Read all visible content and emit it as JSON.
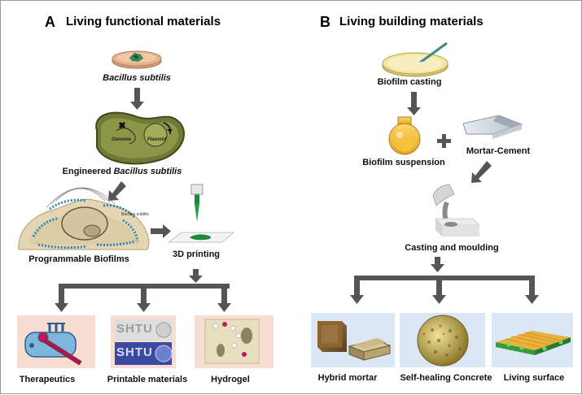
{
  "panel_a": {
    "letter": "A",
    "title": "Living functional materials",
    "organism": "Bacillus subtilis",
    "genome_label": "Genome",
    "plasmid_label": "Plasmid",
    "engineered_prefix": "Engineered",
    "engineered_species": "Bacillus subtilis",
    "biofilm_small_text": "Bacillus subtilis",
    "programmable": "Programmable Biofilms",
    "printing": "3D printing",
    "outputs": [
      "Therapeutics",
      "Printable materials",
      "Hydrogel"
    ],
    "logo_text": "SHTU"
  },
  "panel_b": {
    "letter": "B",
    "title": "Living building materials",
    "casting": "Biofilm casting",
    "suspension": "Biofilm suspension",
    "mortar": "Mortar-Cement",
    "moulding": "Casting and moulding",
    "outputs": [
      "Hybrid mortar",
      "Self-healing Concrete",
      "Living surface"
    ]
  },
  "colors": {
    "arrow": "#555555",
    "panel_a_tile": "#f7ddd1",
    "panel_b_tile": "#dbe7f4",
    "cell_body": "#6f7a38",
    "plate_agar": "#f2e6a0"
  }
}
